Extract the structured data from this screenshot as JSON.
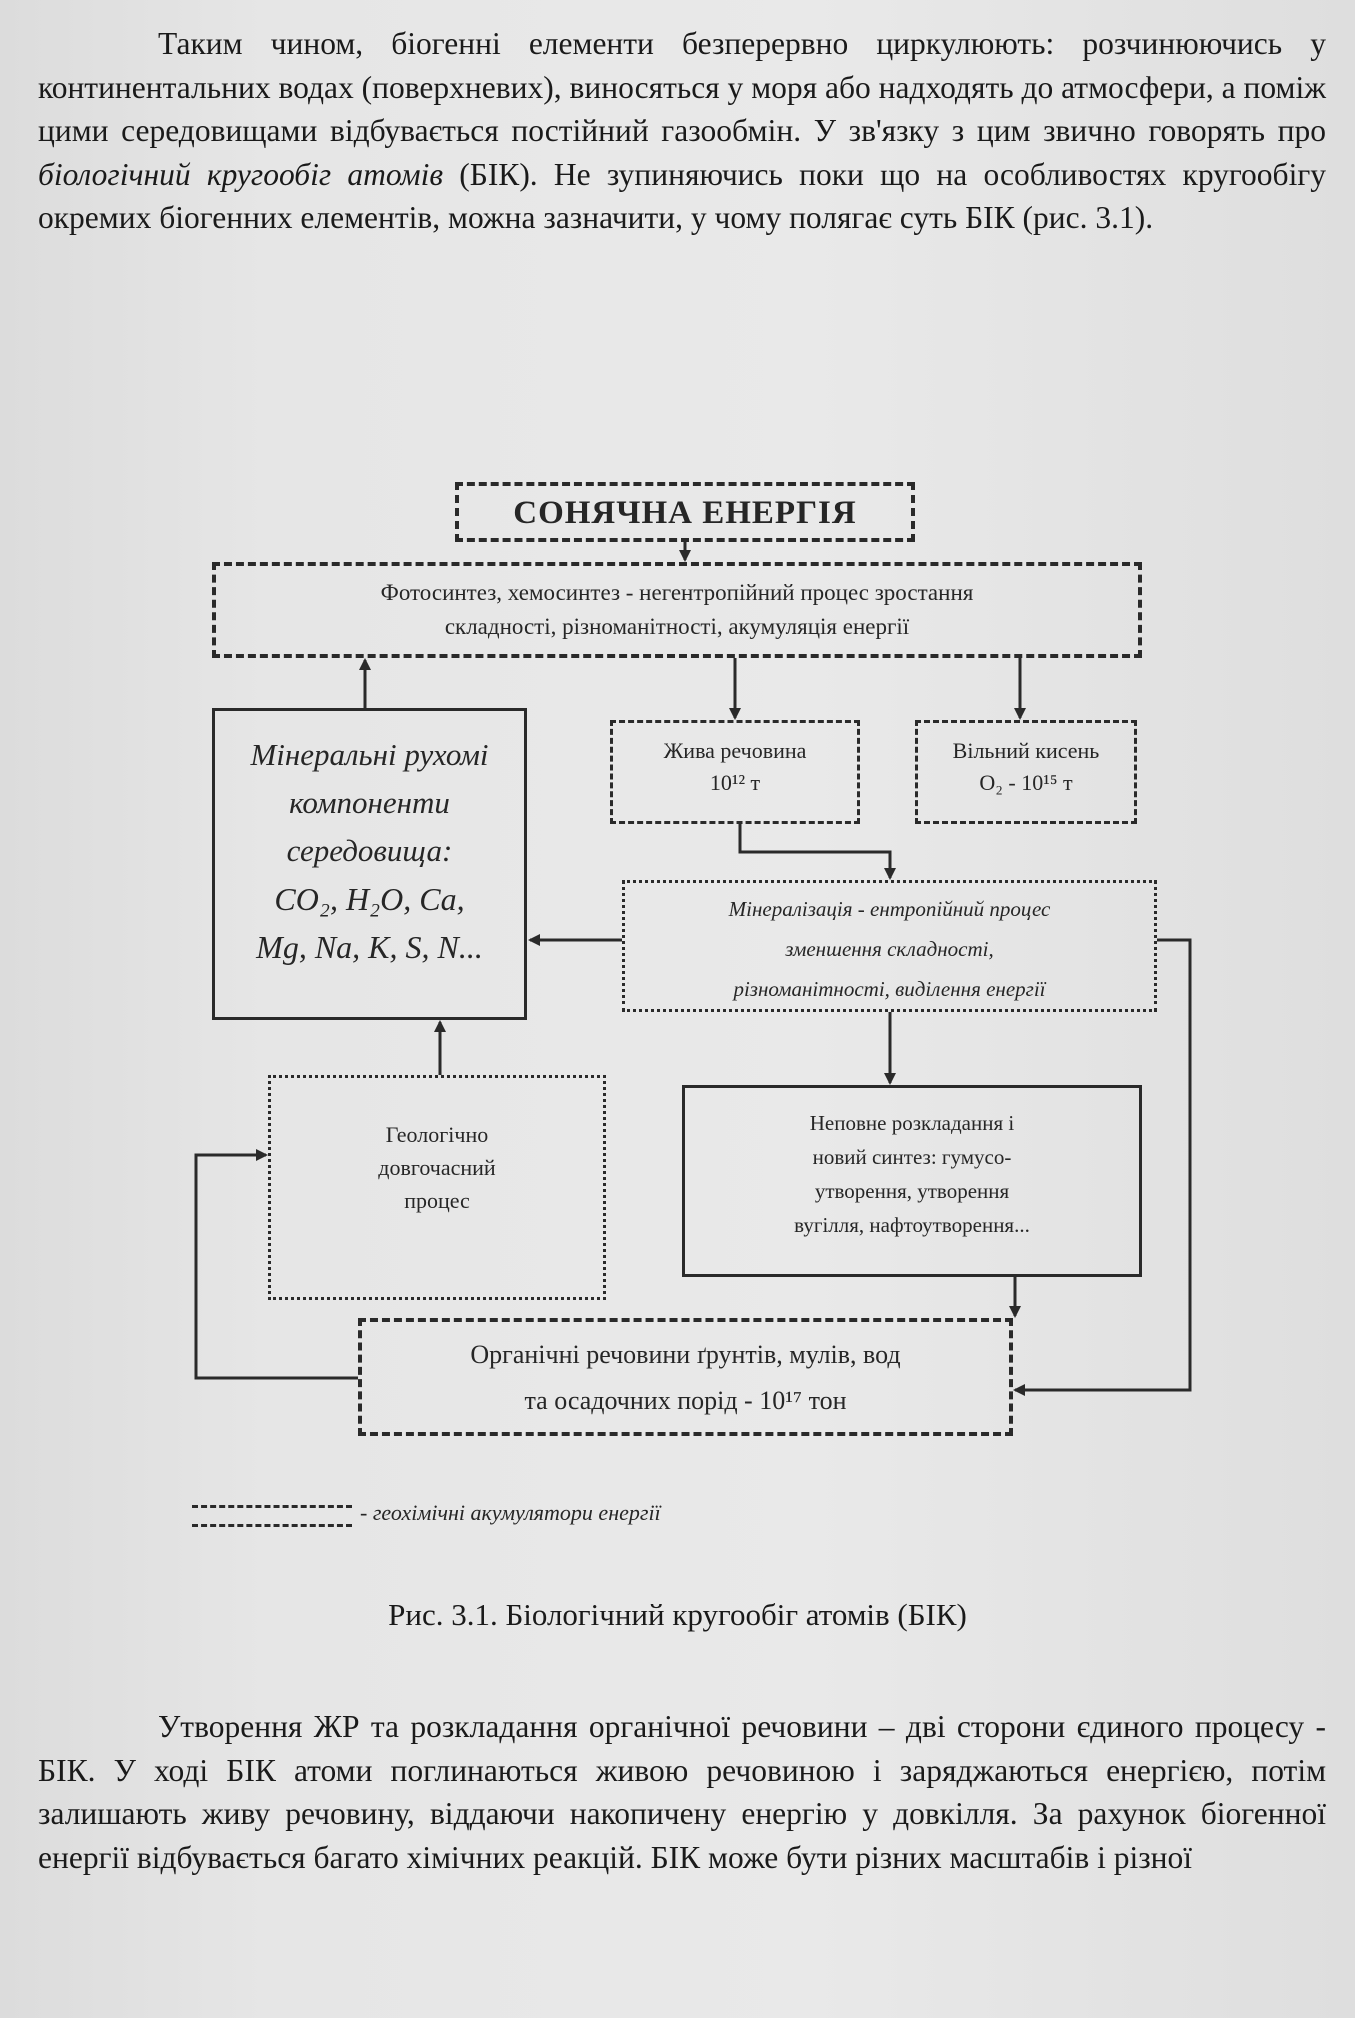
{
  "paragraph1": {
    "p1": "Таким чином, біогенні елементи безперервно циркулюють: розчинюючись у континентальних водах (поверхневих), виносяться у моря або надходять до атмосфери, а поміж цими середовищами відбувається постійний газообмін. У зв'язку з цим звично говорять про ",
    "term": "біологічний кругообіг атомів",
    "p2": " (БІК). Не зупиняючись поки що на особливостях кругообігу окремих біогенних елементів, можна зазначити, у чому полягає суть БІК (рис. 3.1)."
  },
  "diagram": {
    "title": "СОНЯЧНА ЕНЕРГІЯ",
    "photosynthesis": [
      "Фотосинтез, хемосинтез - негентропійний процес зростання",
      "складності, різноманітності, акумуляція енергії"
    ],
    "mineral": [
      "Мінеральні рухомі",
      "компоненти",
      "середовища:",
      "CO₂, H₂O, Ca,",
      "Mg, Na, K, S, N..."
    ],
    "living": [
      "Жива речовина",
      "10¹² т"
    ],
    "oxygen": [
      "Вільний кисень",
      "O₂ - 10¹⁵ т"
    ],
    "mineralization": [
      "Мінералізація - ентропійний процес",
      "зменшення складності,",
      "різноманітності, виділення енергії"
    ],
    "geological": [
      "Геологічно",
      "довгочасний",
      "процес"
    ],
    "humus": [
      "Неповне розкладання і",
      "новий синтез: гумусо-",
      "утворення, утворення",
      "вугілля, нафтоутворення..."
    ],
    "organic": [
      "Органічні речовини ґрунтів, мулів, вод",
      "та осадочних порід - 10¹⁷ тон"
    ],
    "legend": "- геохімічні акумулятори енергії"
  },
  "caption": "Рис. 3.1. Біологічний кругообіг атомів (БІК)",
  "paragraph2": "Утворення ЖР та розкладання органічної речовини – дві сторони єдиного процесу - БІК. У ході БІК атоми поглинаються живою речовиною і заряджаються енергією, потім залишають живу речовину, віддаючи накопичену енергію у довкілля. За рахунок біогенної енергії відбувається багато хімічних реакцій. БІК може бути різних масштабів і різної"
}
